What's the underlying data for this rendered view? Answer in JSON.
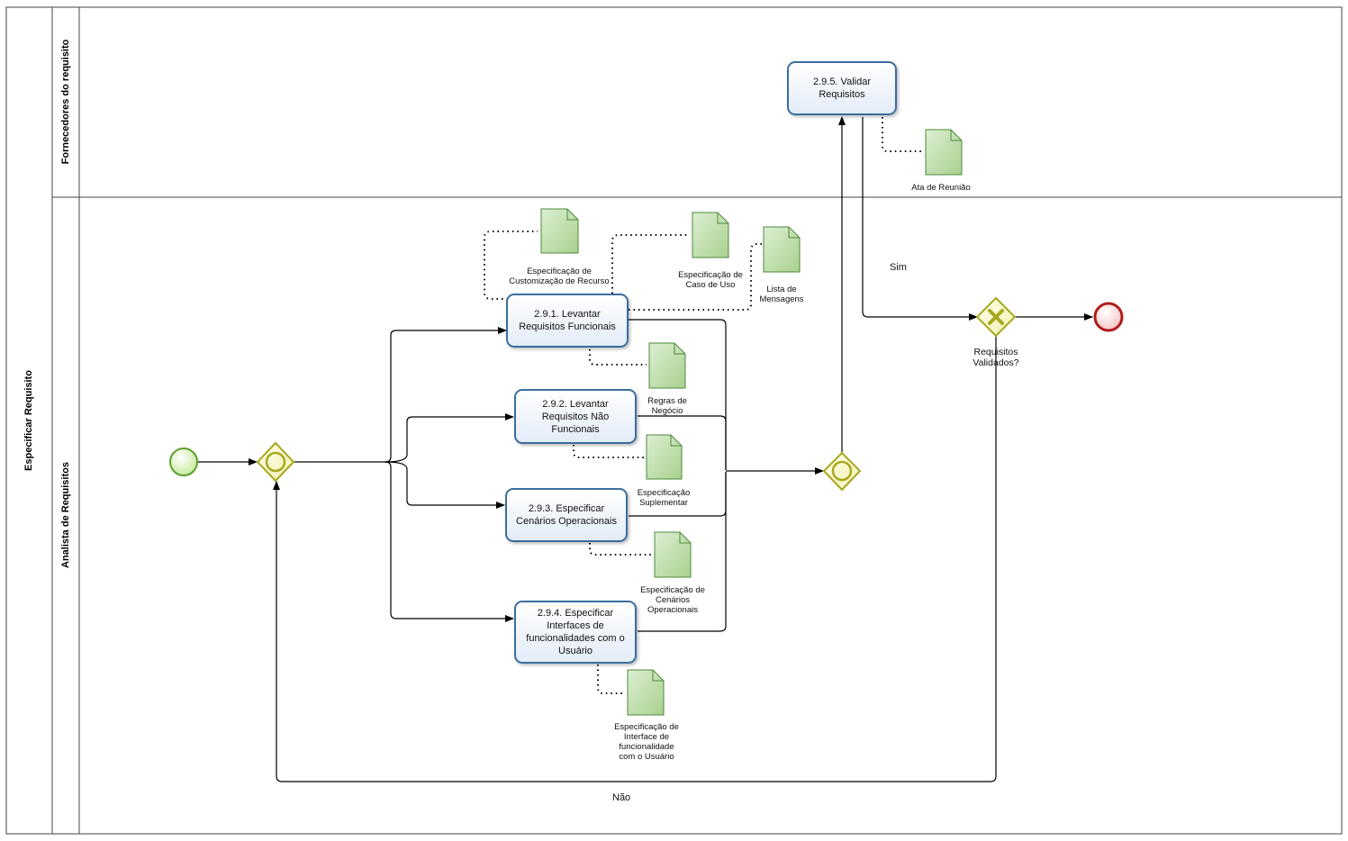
{
  "pool": {
    "title": "Especificar Requisito"
  },
  "lanes": [
    {
      "id": "fornecedores",
      "title": "Fornecedores do requisito"
    },
    {
      "id": "analista",
      "title": "Analista de Requisitos"
    }
  ],
  "tasks": [
    {
      "id": "t1",
      "label": "2.9.1. Levantar Requisitos Funcionais"
    },
    {
      "id": "t2",
      "label": "2.9.2. Levantar Requisitos Não Funcionais"
    },
    {
      "id": "t3",
      "label": "2.9.3. Especificar Cenários Operacionais"
    },
    {
      "id": "t4",
      "label": "2.9.4. Especificar Interfaces de funcionalidades com o Usuário"
    },
    {
      "id": "t5",
      "label": "2.9.5. Validar Requisitos"
    }
  ],
  "artifacts": [
    {
      "id": "a1",
      "label": "Especificação de\nCustomização de Recurso"
    },
    {
      "id": "a2",
      "label": "Especificação de\nCaso de Uso"
    },
    {
      "id": "a3",
      "label": "Lista de\nMensagens"
    },
    {
      "id": "a4",
      "label": "Regras de\nNegócio"
    },
    {
      "id": "a5",
      "label": "Especificação\nSuplementar"
    },
    {
      "id": "a6",
      "label": "Especificação de\nCenários\nOperacionais"
    },
    {
      "id": "a7",
      "label": "Especificação de\nInterface de\nfuncionalidade\ncom o Usuário"
    },
    {
      "id": "a8",
      "label": "Ata de Reunião"
    }
  ],
  "gateways": {
    "decision_label": "Requisitos\nValidados?"
  },
  "flow_labels": {
    "yes": "Sim",
    "no": "Não"
  },
  "colors": {
    "task_border": "#3a6e9e",
    "start_event": "#5aa02c",
    "end_event": "#b01c1c",
    "gateway": "#a8a820",
    "artifact": "#4e8a3a"
  }
}
